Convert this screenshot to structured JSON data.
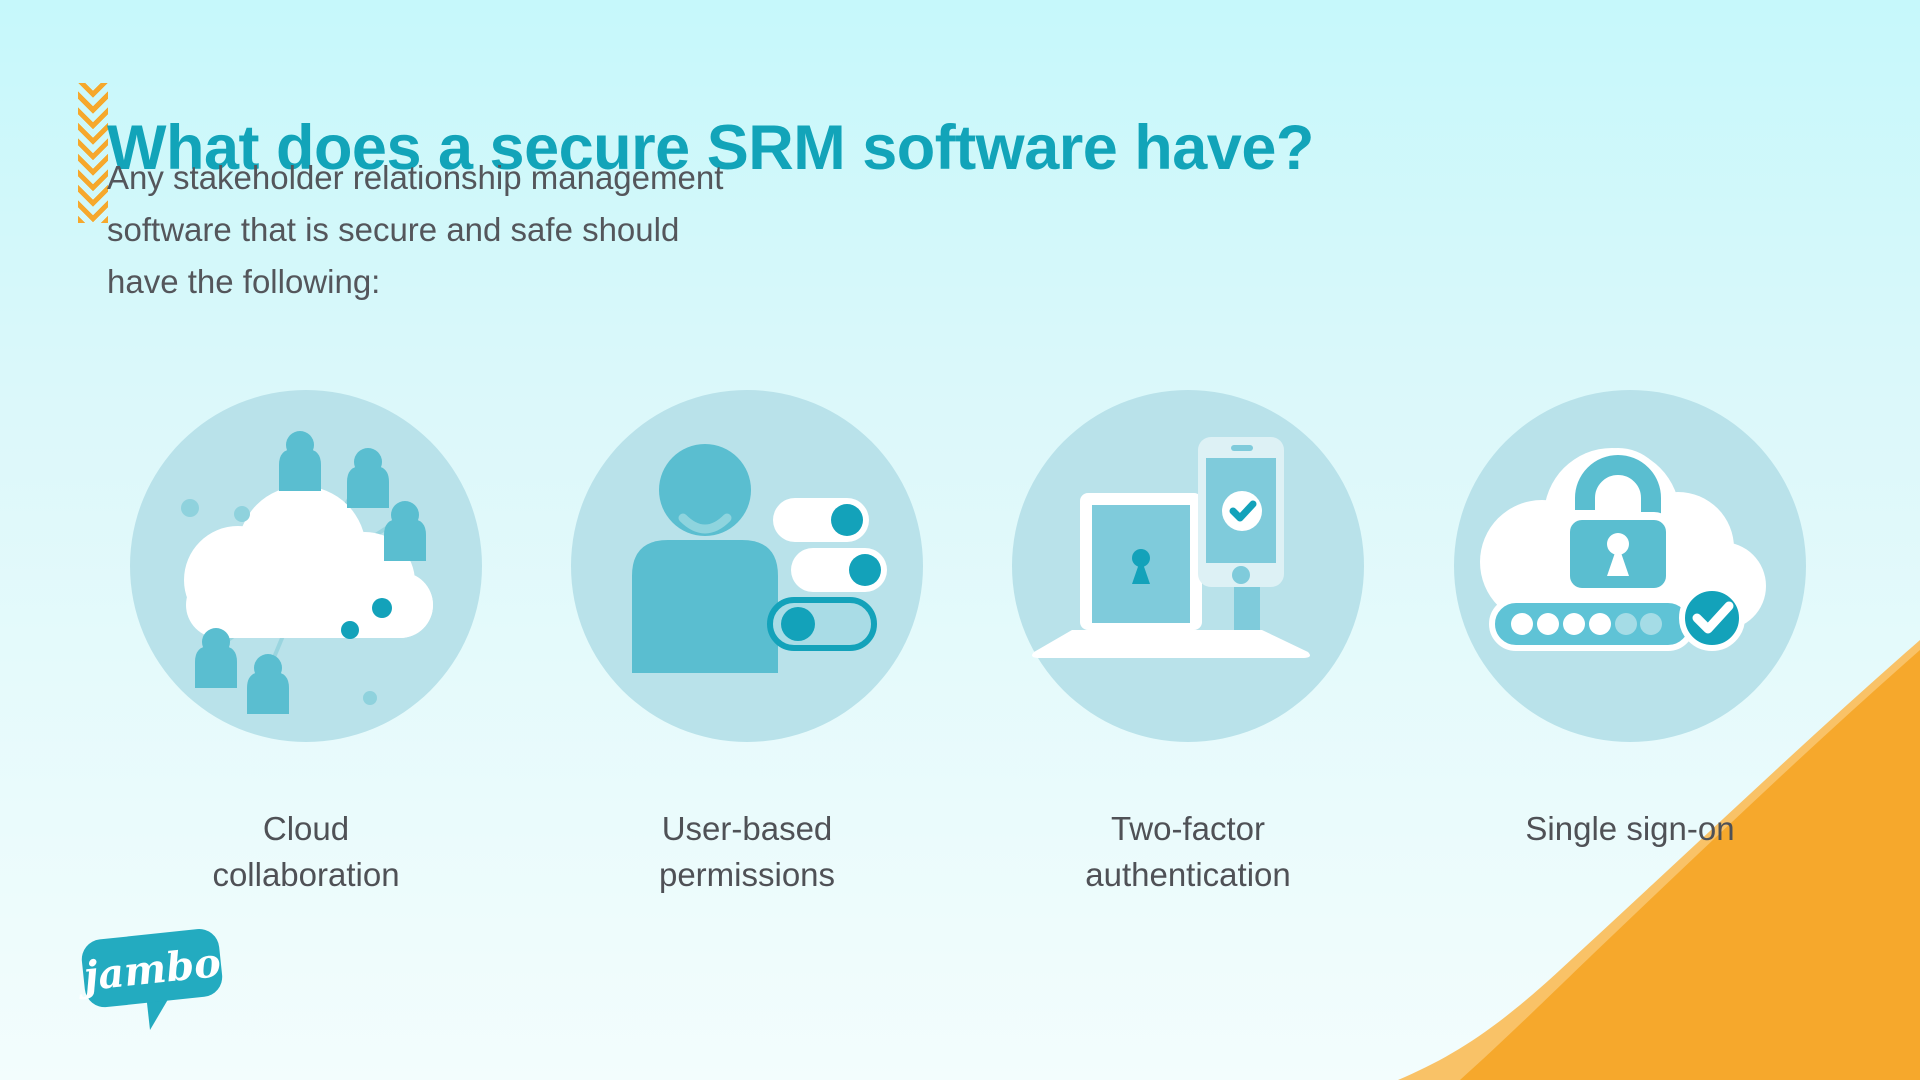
{
  "header": {
    "title": "What does a secure SRM software have?",
    "subtitle_line1": "Any stakeholder relationship management",
    "subtitle_line2": "software that is secure and safe should",
    "subtitle_line3": "have the following:"
  },
  "features": [
    {
      "id": "cloud-collaboration",
      "icon": "cloud-collaboration-icon",
      "label_lines": [
        "Cloud",
        "collaboration"
      ]
    },
    {
      "id": "user-based-permissions",
      "icon": "user-permissions-toggles-icon",
      "label_lines": [
        "User-based",
        "permissions"
      ]
    },
    {
      "id": "two-factor-authentication",
      "icon": "laptop-phone-check-icon",
      "label_lines": [
        "Two-factor",
        "authentication"
      ]
    },
    {
      "id": "single-sign-on",
      "icon": "cloud-padlock-password-icon",
      "label_lines": [
        "Single sign-on"
      ]
    }
  ],
  "logo": {
    "text": "jambo"
  },
  "colors": {
    "bg-top": "#c6f8fb",
    "bg-mid": "#dcf8fa",
    "bg-bottom": "#f3fdfd",
    "accent-teal": "#12a4b9",
    "circle-bg": "#b9e2ea",
    "icon-teal": "#5abed0",
    "icon-teal-dark": "#13a2ba",
    "icon-screen": "#7fcbdb",
    "text-gray": "#54565b",
    "label-gray": "#4f5156",
    "orange": "#f6a82c",
    "orange-light": "#f9c267",
    "logo-teal": "#23abc0"
  }
}
